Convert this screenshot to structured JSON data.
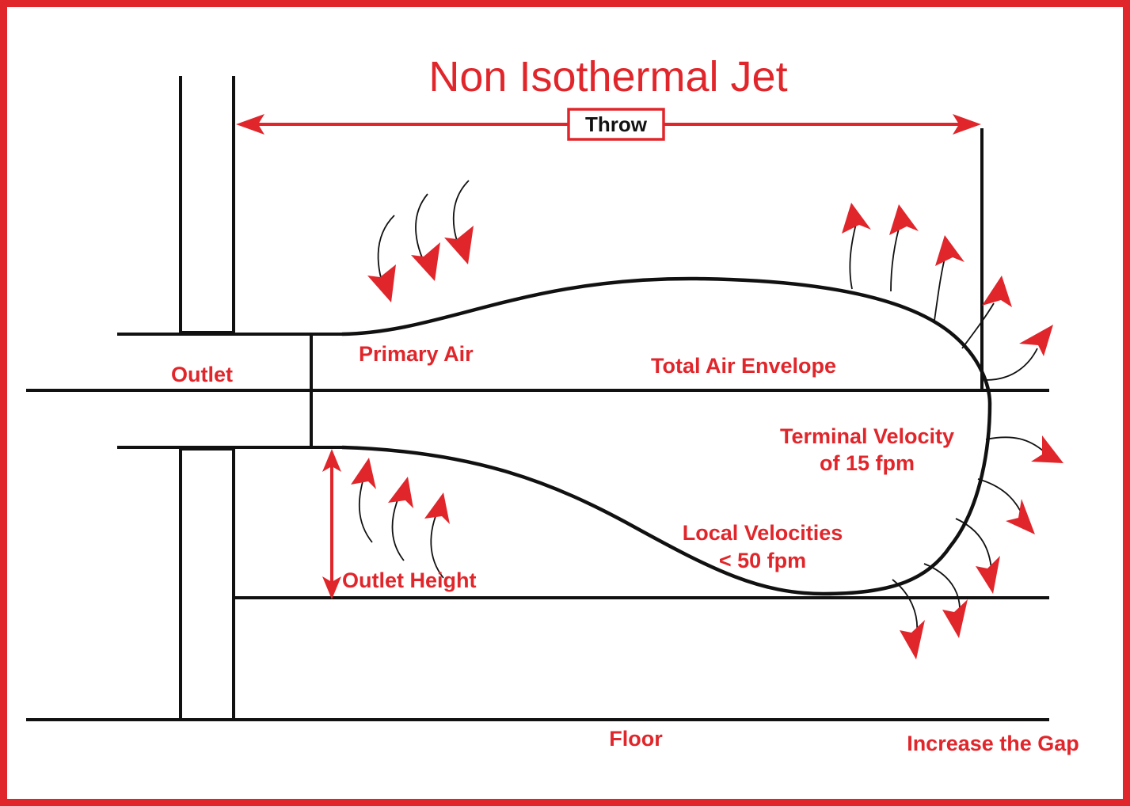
{
  "title": "Non Isothermal Jet",
  "labels": {
    "throw": "Throw",
    "outlet": "Outlet",
    "primary_air": "Primary Air",
    "total_air_envelope": "Total Air Envelope",
    "terminal_velocity_line1": "Terminal Velocity",
    "terminal_velocity_line2": "of 15 fpm",
    "local_velocities_line1": "Local  Velocities",
    "local_velocities_line2": "< 50 fpm",
    "outlet_height": "Outlet Height",
    "floor": "Floor",
    "increase_gap": "Increase the Gap"
  },
  "colors": {
    "accent_red": "#e0262b",
    "line_black": "#111111",
    "background": "#ffffff"
  }
}
